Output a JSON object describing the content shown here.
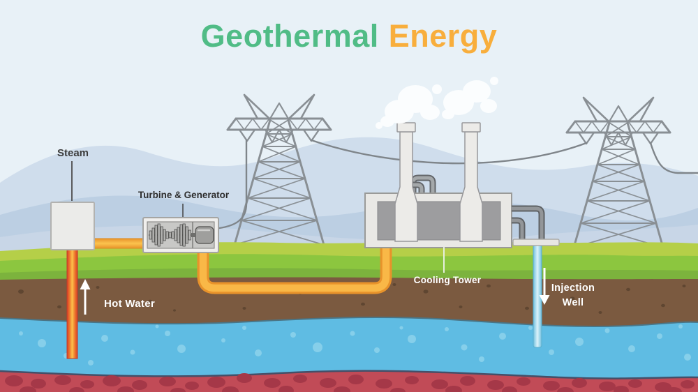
{
  "title": {
    "word1": "Geothermal",
    "word2": "Energy"
  },
  "labels": {
    "steam": "Steam",
    "turbine_generator": "Turbine & Generator",
    "hot_water": "Hot Water",
    "cooling_tower": "Cooling Tower",
    "injection_well": [
      "Injection",
      "Well"
    ]
  },
  "colors": {
    "title_green": "#50BC86",
    "title_orange": "#F8AE3C",
    "sky": "#E8F1F7",
    "mountain_back": "#CFDDEC",
    "mountain_mid": "#BCCFE3",
    "mountain_front": "#C8D6E7",
    "grass_light": "#B5CF48",
    "grass_mid": "#8CC63F",
    "grass_dark": "#7CB33D",
    "soil": "#7B5A40",
    "soil_speck": "#5F4631",
    "water": "#5FBCE3",
    "water_bubble": "#90D4EC",
    "magma": "#C14B57",
    "magma_stone": "#A53848",
    "pipe_yellow": "#F9B847",
    "pipe_orange": "#E8932B",
    "hot_pipe_red": "#D8432C",
    "injection_pipe_blue": "#74C4E1",
    "structure_light": "#ECEBE8",
    "metal_gray": "#939699",
    "wire_gray": "#7F858A",
    "label_dark": "#333333",
    "label_light": "#FFFFFF"
  }
}
